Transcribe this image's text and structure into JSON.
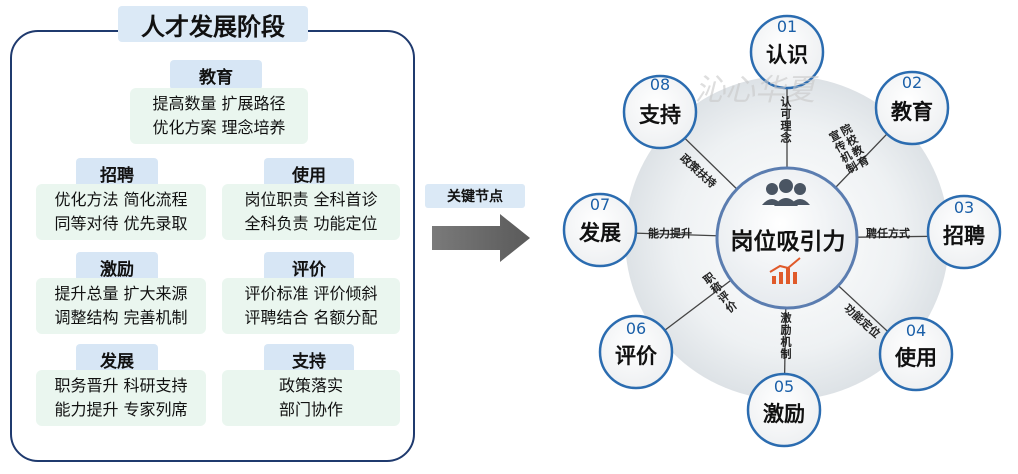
{
  "left": {
    "title": "人才发展阶段",
    "categories": [
      {
        "label": "教育",
        "lines": [
          "提高数量  扩展路径",
          "优化方案  理念培养"
        ]
      },
      {
        "label": "招聘",
        "lines": [
          "优化方法  简化流程",
          "同等对待  优先录取"
        ]
      },
      {
        "label": "使用",
        "lines": [
          "岗位职责  全科首诊",
          "全科负责  功能定位"
        ]
      },
      {
        "label": "激励",
        "lines": [
          "提升总量  扩大来源",
          "调整结构  完善机制"
        ]
      },
      {
        "label": "评价",
        "lines": [
          "评价标准  评价倾斜",
          "评聘结合  名额分配"
        ]
      },
      {
        "label": "发展",
        "lines": [
          "职务晋升  科研支持",
          "能力提升  专家列席"
        ]
      },
      {
        "label": "支持",
        "lines": [
          "政策落实",
          "部门协作"
        ]
      }
    ]
  },
  "arrow_label": "关键节点",
  "center": {
    "label": "岗位吸引力"
  },
  "nodes": [
    {
      "num": "01",
      "label": "认识",
      "edge": "认可理念"
    },
    {
      "num": "02",
      "label": "教育",
      "edge": "院校教育宣传机制"
    },
    {
      "num": "03",
      "label": "招聘",
      "edge": "聘任方式"
    },
    {
      "num": "04",
      "label": "使用",
      "edge": "功能定位"
    },
    {
      "num": "05",
      "label": "激励",
      "edge": "激励机制"
    },
    {
      "num": "06",
      "label": "评价",
      "edge": "职称评价"
    },
    {
      "num": "07",
      "label": "发展",
      "edge": "能力提升"
    },
    {
      "num": "08",
      "label": "支持",
      "edge": "政策扶持"
    }
  ],
  "watermark": "沁心华夏",
  "colors": {
    "panel_border": "#1f3a6e",
    "label_bg": "#d7e6f5",
    "box_bg": "#eaf6ef",
    "number": "#1a5fa8",
    "node_border": "#2b6cb0"
  }
}
